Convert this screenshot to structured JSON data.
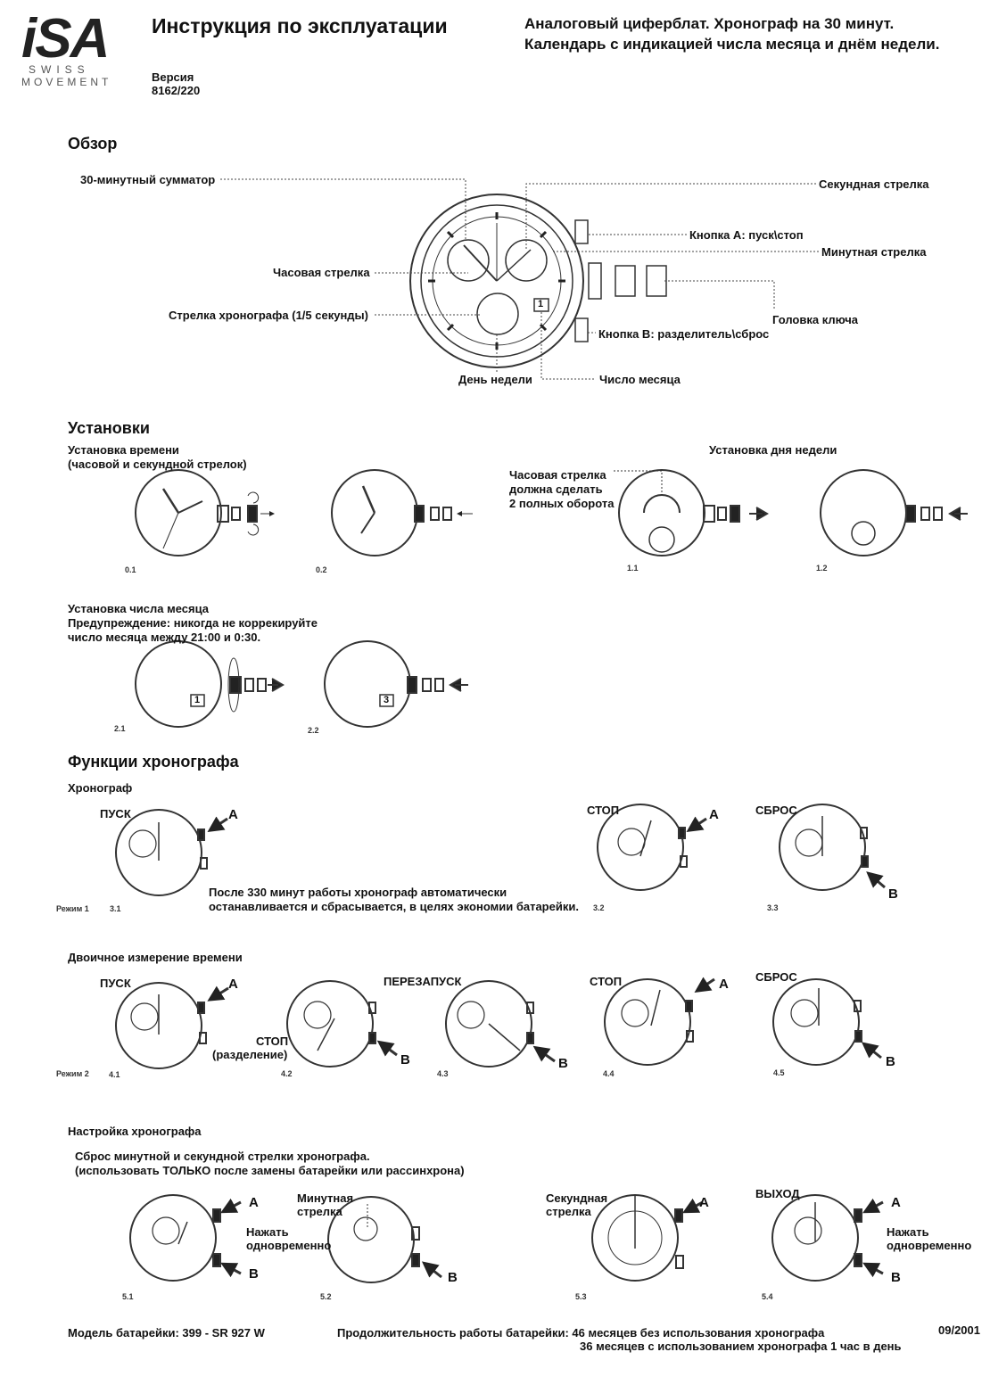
{
  "logo": {
    "brand": "iSA",
    "sub1": "SWISS",
    "sub2": "MOVEMENT"
  },
  "header": {
    "title": "Инструкция по эксплуатации",
    "version_label": "Версия",
    "version_number": "8162/220",
    "desc_line1": "Аналоговый циферблат. Хронограф на 30 минут.",
    "desc_line2": "Календарь с индикацией числа месяца и днём недели."
  },
  "overview": {
    "title": "Обзор",
    "labels": {
      "totalizer": "30-минутный сумматор",
      "second_hand": "Секундная стрелка",
      "button_a": "Кнопка A: пуск\\стоп",
      "minute_hand": "Минутная стрелка",
      "hour_hand": "Часовая стрелка",
      "chrono_hand": "Стрелка хронографа (1/5 секунды)",
      "crown": "Головка ключа",
      "button_b": "Кнопка B: разделитель\\сброс",
      "weekday": "День недели",
      "date": "Число месяца"
    },
    "dial_date": "1"
  },
  "settings": {
    "title": "Установки",
    "time_line1": "Установка времени",
    "time_line2": "(часовой и секундной стрелок)",
    "weekday_title": "Установка дня недели",
    "hour_note1": "Часовая стрелка",
    "hour_note2": "должна сделать",
    "hour_note3": "2 полных оборота",
    "fig01": "0.1",
    "fig02": "0.2",
    "fig11": "1.1",
    "fig12": "1.2",
    "date_line1": "Установка числа месяца",
    "date_line2": "Предупреждение: никогда не коррекируйте",
    "date_line3": "число месяца между 21:00 и 0:30.",
    "fig21": "2.1",
    "fig22": "2.2",
    "date_val1": "1",
    "date_val2": "3"
  },
  "chrono": {
    "title": "Функции хронографа",
    "sub1": "Хронограф",
    "start": "ПУСК",
    "stop": "СТОП",
    "reset": "СБРОС",
    "btn_a": "A",
    "btn_b": "B",
    "note_line1": "После 330 минут работы хронограф автоматически",
    "note_line2": "останавливается и сбрасывается, в целях экономии батарейки.",
    "mode1": "Режим 1",
    "fig31": "3.1",
    "fig32": "3.2",
    "fig33": "3.3",
    "sub2": "Двоичное измерение времени",
    "restart": "ПЕРЕЗАПУСК",
    "stop_split1": "СТОП",
    "stop_split2": "(разделение)",
    "mode2": "Режим 2",
    "fig41": "4.1",
    "fig42": "4.2",
    "fig43": "4.3",
    "fig44": "4.4",
    "fig45": "4.5"
  },
  "adjust": {
    "title": "Настройка хронографа",
    "line1": "Сброс минутной и секундной стрелки хронографа.",
    "line2": "(использовать ТОЛЬКО после замены батарейки или рассинхрона)",
    "press1": "Нажать",
    "press2": "одновременно",
    "minute1": "Минутная",
    "minute2": "стрелка",
    "second1": "Секундная",
    "second2": "стрелка",
    "exit": "ВЫХОД",
    "fig51": "5.1",
    "fig52": "5.2",
    "fig53": "5.3",
    "fig54": "5.4"
  },
  "footer": {
    "battery_model": "Модель батарейки: 399 - SR 927 W",
    "battery_life1": "Продолжительность работы батарейки: 46 месяцев без использования хронографа",
    "battery_life2": "36 месяцев с использованием хронографа 1 час в день",
    "date": "09/2001"
  }
}
